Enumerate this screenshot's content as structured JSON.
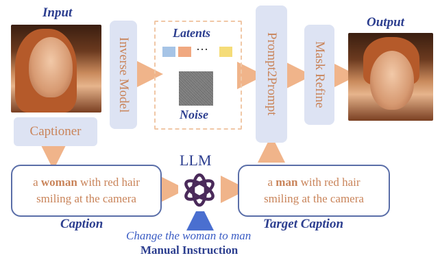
{
  "input_label": "Input",
  "output_label": "Output",
  "captioner": "Captioner",
  "inverse_model": "Inverse Model",
  "latents_label": "Latents",
  "latents_ellipsis": "···",
  "noise_label": "Noise",
  "prompt2prompt": "Prompt2Prompt",
  "mask_refine": "Mask Refine",
  "llm_label": "LLM",
  "caption": {
    "pre": "a ",
    "bold": "woman",
    "post": " with red hair",
    "line2": "smiling at the camera",
    "label": "Caption"
  },
  "target_caption": {
    "pre": "a ",
    "bold": "man",
    "post": " with red hair",
    "line2": "smiling at the camera",
    "label": "Target Caption"
  },
  "instruction_text": "Change the woman to man",
  "instruction_label": "Manual Instruction",
  "colors": {
    "accent_blue": "#2c3e8f",
    "box_fill": "#dde3f3",
    "text_orange": "#c9845a",
    "arrow_orange": "#f0b48a",
    "arrow_blue": "#4a6fd0",
    "latent_blue": "#a6c4e6",
    "latent_orange": "#f0a880",
    "latent_yellow": "#f5dc78"
  }
}
